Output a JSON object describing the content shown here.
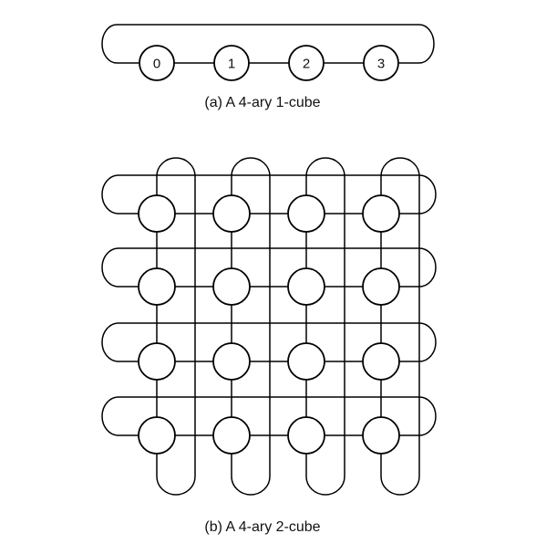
{
  "figure_a": {
    "caption": "(a) A 4-ary 1-cube",
    "node_labels": [
      "0",
      "1",
      "2",
      "3"
    ]
  },
  "figure_b": {
    "caption": "(b) A 4-ary 2-cube",
    "rows": 4,
    "cols": 4
  },
  "colors": {
    "stroke": "#000000",
    "node_fill": "#ffffff",
    "background": "#ffffff"
  }
}
